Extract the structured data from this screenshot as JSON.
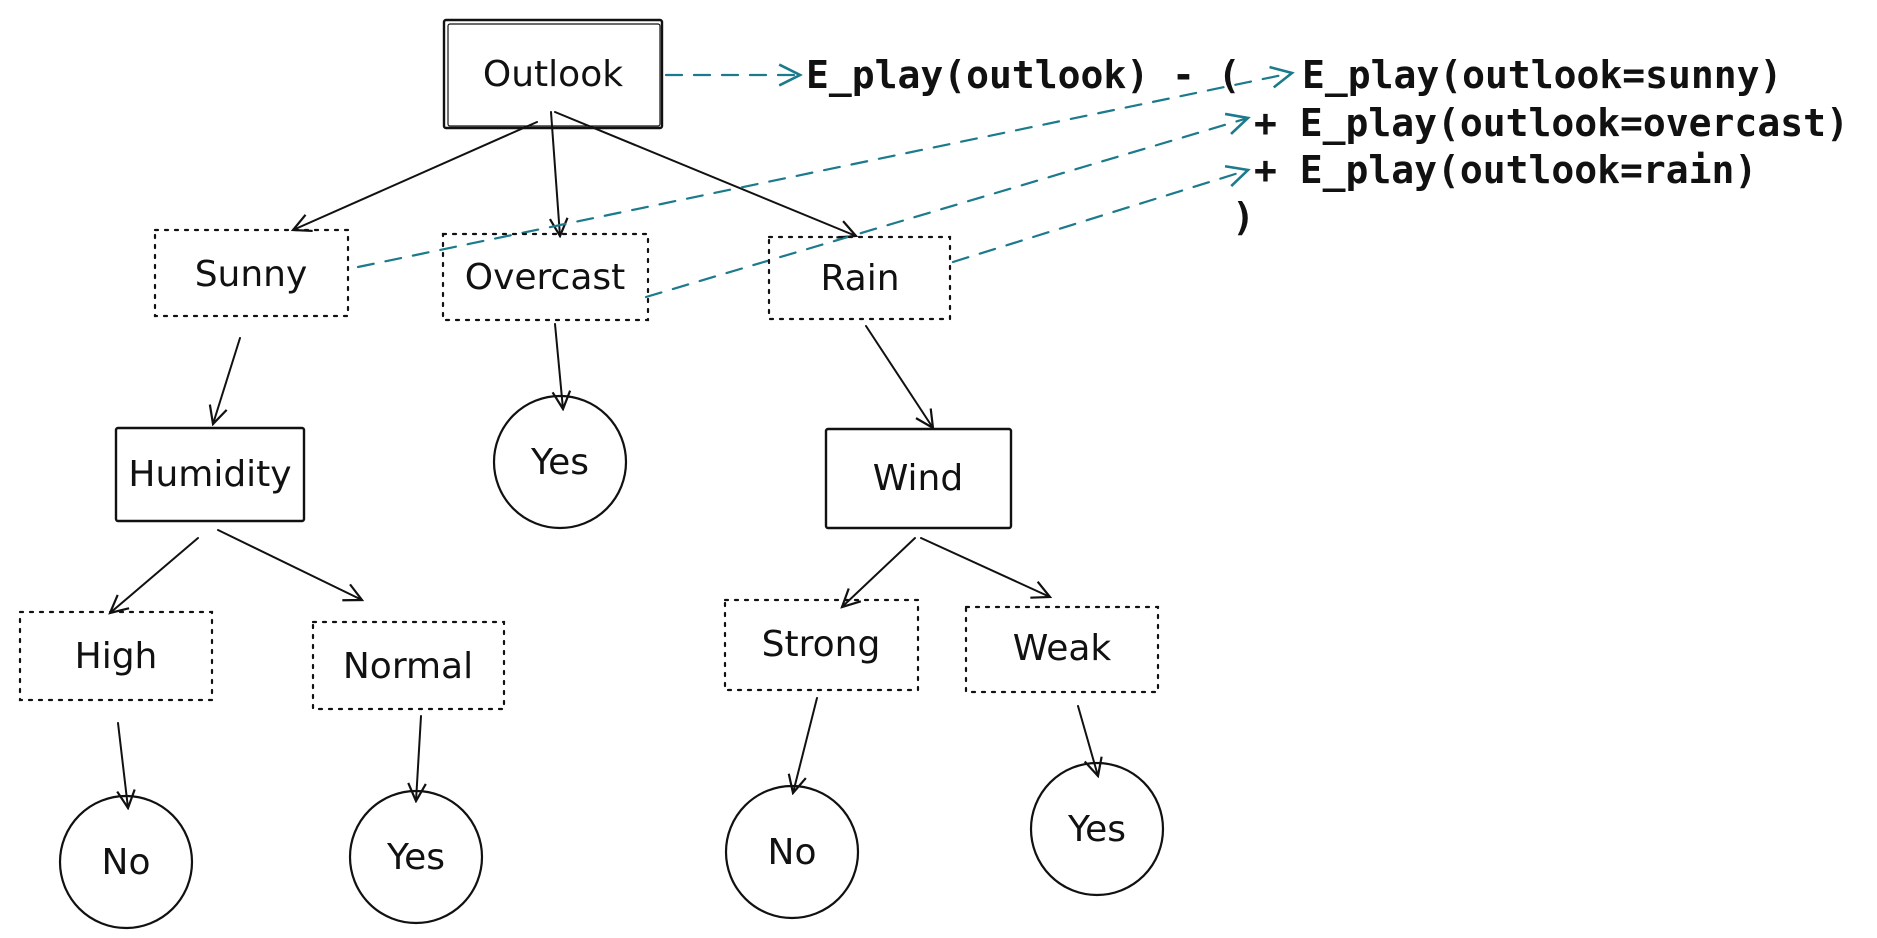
{
  "diagram": {
    "colors": {
      "ink": "#111111",
      "link": "#1b7a8c",
      "background": "#ffffff"
    },
    "nodes": {
      "outlook": "Outlook",
      "sunny": "Sunny",
      "overcast": "Overcast",
      "rain": "Rain",
      "humidity": "Humidity",
      "overcast_leaf": "Yes",
      "wind": "Wind",
      "high": "High",
      "normal": "Normal",
      "strong": "Strong",
      "weak": "Weak",
      "high_leaf": "No",
      "normal_leaf": "Yes",
      "strong_leaf": "No",
      "weak_leaf": "Yes"
    },
    "formula": {
      "lhs": "E_play(outlook) - (",
      "term1": "E_play(outlook=sunny)",
      "term2": "+ E_play(outlook=overcast)",
      "term3": "+ E_play(outlook=rain)",
      "close": ")"
    }
  }
}
